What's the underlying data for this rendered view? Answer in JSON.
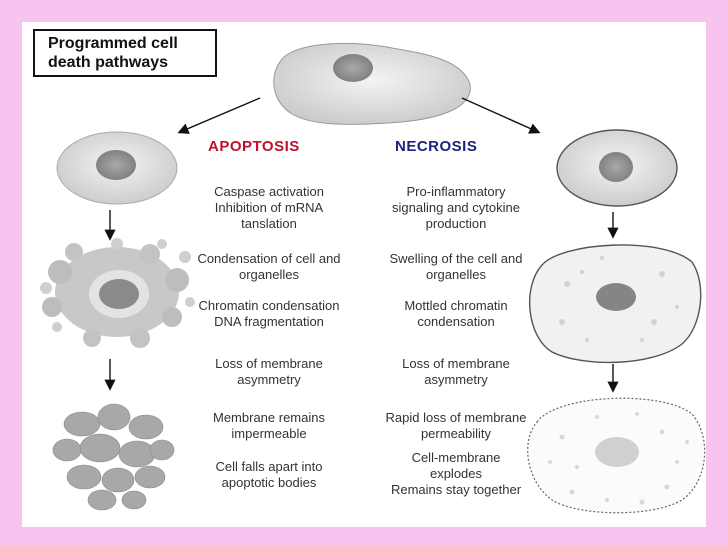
{
  "title": {
    "line1": "Programmed cell",
    "line2": "death pathways"
  },
  "apoptosis": {
    "heading": "APOPTOSIS",
    "color": "#c0102a",
    "steps": [
      [
        "Caspase activation",
        "Inhibition of  mRNA",
        "tanslation"
      ],
      [
        "Condensation of cell and",
        "organelles"
      ],
      [
        "Chromatin condensation",
        "DNA fragmentation"
      ],
      [
        "Loss of membrane",
        "asymmetry"
      ],
      [
        "Membrane remains",
        "impermeable"
      ],
      [
        "Cell  falls apart into",
        "apoptotic bodies"
      ]
    ]
  },
  "necrosis": {
    "heading": "NECROSIS",
    "color": "#1a237e",
    "steps": [
      [
        "Pro-inflammatory",
        "signaling  and cytokine",
        "production"
      ],
      [
        "Swelling of the cell and",
        "organelles"
      ],
      [
        "Mottled chromatin",
        "condensation"
      ],
      [
        "Loss of membrane",
        "asymmetry"
      ],
      [
        "Rapid loss of membrane",
        "permeability"
      ],
      [
        "Cell-membrane",
        "explodes",
        "Remains stay together"
      ]
    ]
  },
  "icons": [
    "cell-icon",
    "arrow-icon"
  ]
}
